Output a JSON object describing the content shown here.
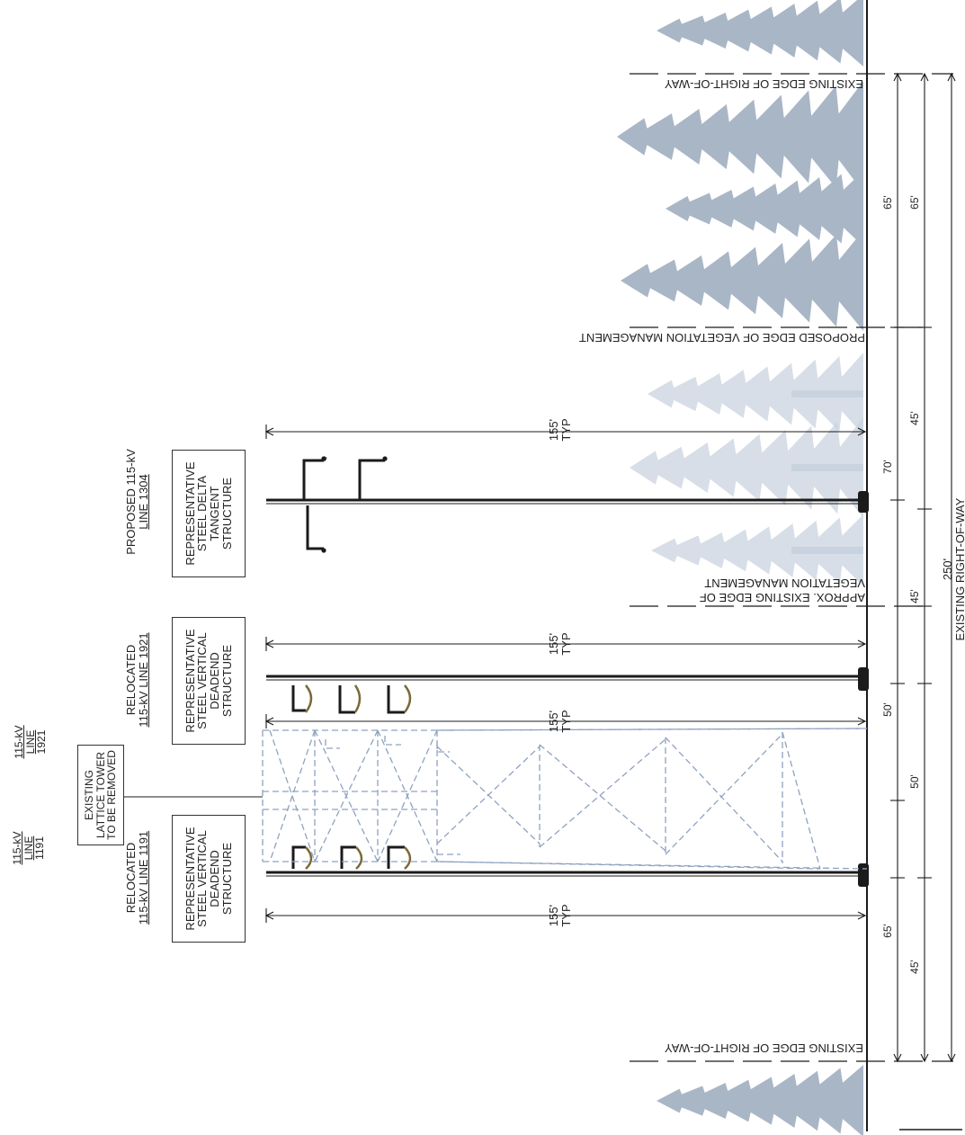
{
  "edges": {
    "existing_top": "EXISTING EDGE OF RIGHT-OF-WAY",
    "proposed_veg": "PROPOSED EDGE OF VEGETATION MANAGEMENT",
    "approx_existing_veg_1": "APPROX. EXISTING EDGE OF",
    "approx_existing_veg_2": "VEGETATION MANAGEMENT",
    "existing_bottom": "EXISTING EDGE OF RIGHT-OF-WAY"
  },
  "structures": {
    "proposed_1304": {
      "title_1": "PROPOSED 115-kV",
      "title_2": "LINE 1304",
      "box_1": "REPRESENTATIVE",
      "box_2": "STEEL DELTA",
      "box_3": "TANGENT",
      "box_4": "STRUCTURE"
    },
    "relocated_1921": {
      "title_1": "RELOCATED",
      "title_2": "115-kV LINE 1921",
      "box_1": "REPRESENTATIVE",
      "box_2": "STEEL VERTICAL",
      "box_3": "DEADEND",
      "box_4": "STRUCTURE"
    },
    "relocated_1191": {
      "title_1": "RELOCATED",
      "title_2": "115-kV LINE 1191",
      "box_1": "REPRESENTATIVE",
      "box_2": "STEEL VERTICAL",
      "box_3": "DEADEND",
      "box_4": "STRUCTURE"
    },
    "lattice": {
      "box_1": "EXISTING",
      "box_2": "LATTICE TOWER",
      "box_3": "TO BE REMOVED",
      "line_1191_a": "115-kV",
      "line_1191_b": "LINE",
      "line_1191_c": "1191",
      "line_1921_a": "115-kV",
      "line_1921_b": "LINE",
      "line_1921_c": "1921"
    }
  },
  "heights": {
    "h1_a": "155'",
    "h1_b": "TYP",
    "h2_a": "155'",
    "h2_b": "TYP",
    "h3_a": "155'",
    "h3_b": "TYP",
    "h4_a": "155'",
    "h4_b": "TYP"
  },
  "dimensions": {
    "row1": [
      "65'",
      "70'",
      "50'",
      "65'"
    ],
    "row2": [
      "65'",
      "45'",
      "45'",
      "50'",
      "45'"
    ],
    "total": "250'",
    "total_label": "EXISTING RIGHT-OF-WAY"
  },
  "colors": {
    "tree_solid": "#a9b6c6",
    "tree_faint": "#c9d3df",
    "line": "#1b1b1b",
    "lattice": "#8fa2c0"
  }
}
